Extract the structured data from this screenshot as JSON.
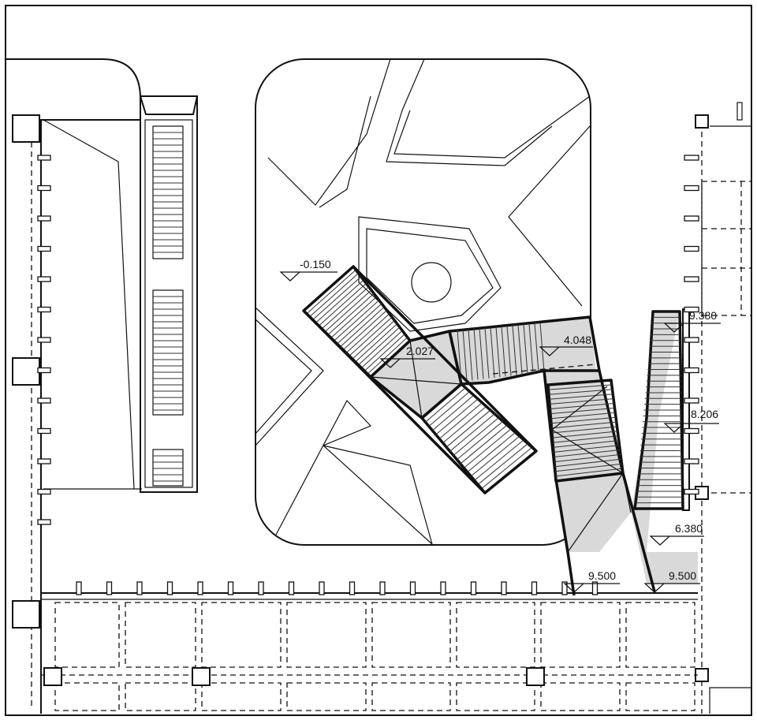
{
  "drawing": {
    "colors": {
      "line": "#111111",
      "ramp_fill": "#d9d9d9",
      "background": "#ffffff"
    },
    "level_marks": {
      "plaza": "-0.150",
      "landing_1": "2.027",
      "landing_2": "4.048",
      "stair_top": "9.380",
      "stair_mid": "8.206",
      "ramp": "6.380",
      "deck_left": "9.500",
      "deck_right": "9.500"
    }
  }
}
